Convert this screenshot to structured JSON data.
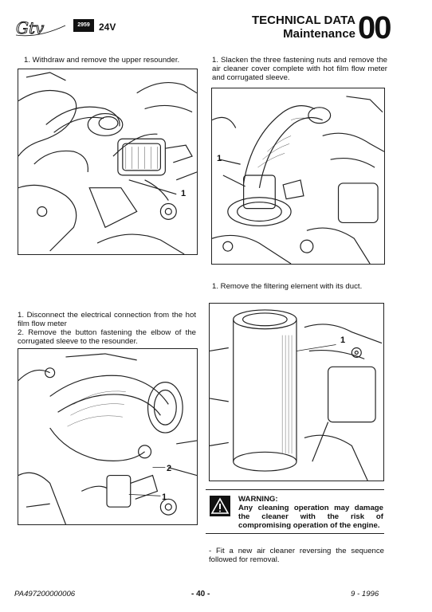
{
  "header": {
    "brand_logo": "GTV",
    "engine_badge": "2959",
    "engine_label": "24V",
    "title": "TECHNICAL DATA",
    "subtitle": "Maintenance",
    "section_number": "00"
  },
  "steps": {
    "upper_left": "1. Withdraw and remove the upper resounder.",
    "upper_right": "1. Slacken the three fastening nuts and remove the air cleaner cover complete with hot film flow meter and corrugated sleeve.",
    "middle_right": "1. Remove the filtering element with its duct.",
    "lower_left": "1. Disconnect the electrical connection from the hot film flow meter\n2. Remove the button fastening the elbow of the corrugated sleeve to the resounder."
  },
  "callouts": {
    "fig1": "1",
    "fig2": "1",
    "fig3": "1",
    "fig4_a": "2",
    "fig4_b": "1"
  },
  "warning": {
    "heading": "WARNING:",
    "text": "Any cleaning operation may damage the cleaner with the risk of compromising operation of the engine."
  },
  "refit_note": "- Fit a new air cleaner reversing the sequence followed for removal.",
  "footer": {
    "code": "PA497200000006",
    "page": "- 40 -",
    "date": "9 - 1996"
  }
}
